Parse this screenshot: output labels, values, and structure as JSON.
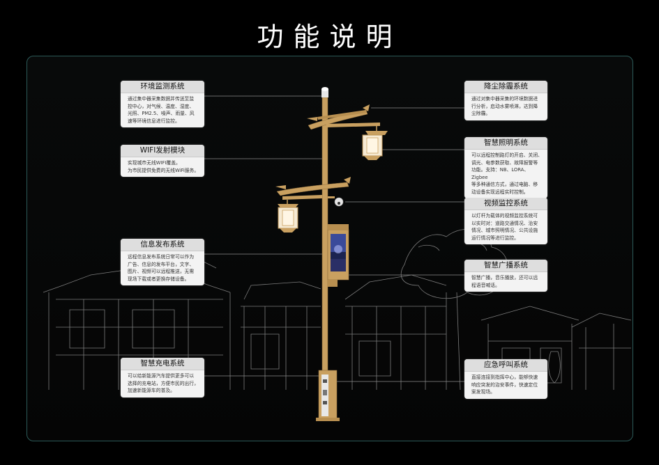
{
  "title": "功能说明",
  "colors": {
    "background": "#000000",
    "frame_border": "#2c5a58",
    "card_bg": "#f3f3f3",
    "card_header": "#dedede",
    "pole": "#c9a060"
  },
  "cards": [
    {
      "id": "env",
      "title": "环境监测系统",
      "body": "通过集中器采集数据并传送至监\n控中心，对气候、温度、湿度、\n光照、PM2.5、噪声、雨量、风\n速等环境信息进行监控。"
    },
    {
      "id": "wifi",
      "title": "WIFI发射模块",
      "body": "实现城市无线WIFI覆盖。\n为市民提供免费的无线WiFi服务。"
    },
    {
      "id": "info",
      "title": "信息发布系统",
      "body": "远程信息发布系统日常可以作为\n广告、信息的发布平台，文字、\n图片、视频可以远程推送，无需\n现场下载或者更换存储设备。"
    },
    {
      "id": "charge",
      "title": "智慧充电系统",
      "body": "可以给新能源汽车提供更多可以\n选择的充电站，方便市民的出行，\n加速新能源车的普及。"
    },
    {
      "id": "dust",
      "title": "降尘除霾系统",
      "body": "通过对集中器采集的环境数据进\n行分析，启动水雾喷淋，达到降\n尘除霾。"
    },
    {
      "id": "light",
      "title": "智慧照明系统",
      "body": "可以远程控制路灯的开启、关闭、\n调光、电参数获取、故障报警等\n功能。支持：NB、LORA、Zigbee\n等多种通信方式，通过电脑、移\n动设备实现远程实时控制。"
    },
    {
      "id": "video",
      "title": "视频监控系统",
      "body": "以灯杆为载体的视频监控系统可\n以实时对：道路交通情况、治安\n情况、城市照明情况、公共设施\n运行情况等进行监控。"
    },
    {
      "id": "broadcast",
      "title": "智慧广播系统",
      "body": "智慧广播，音乐播放，还可以远\n程语音喊话。"
    },
    {
      "id": "emergency",
      "title": "应急呼叫系统",
      "body": "直接连接到指挥中心，能够快速\n响应突发的治安事件，快速定位\n案发现场。"
    }
  ]
}
